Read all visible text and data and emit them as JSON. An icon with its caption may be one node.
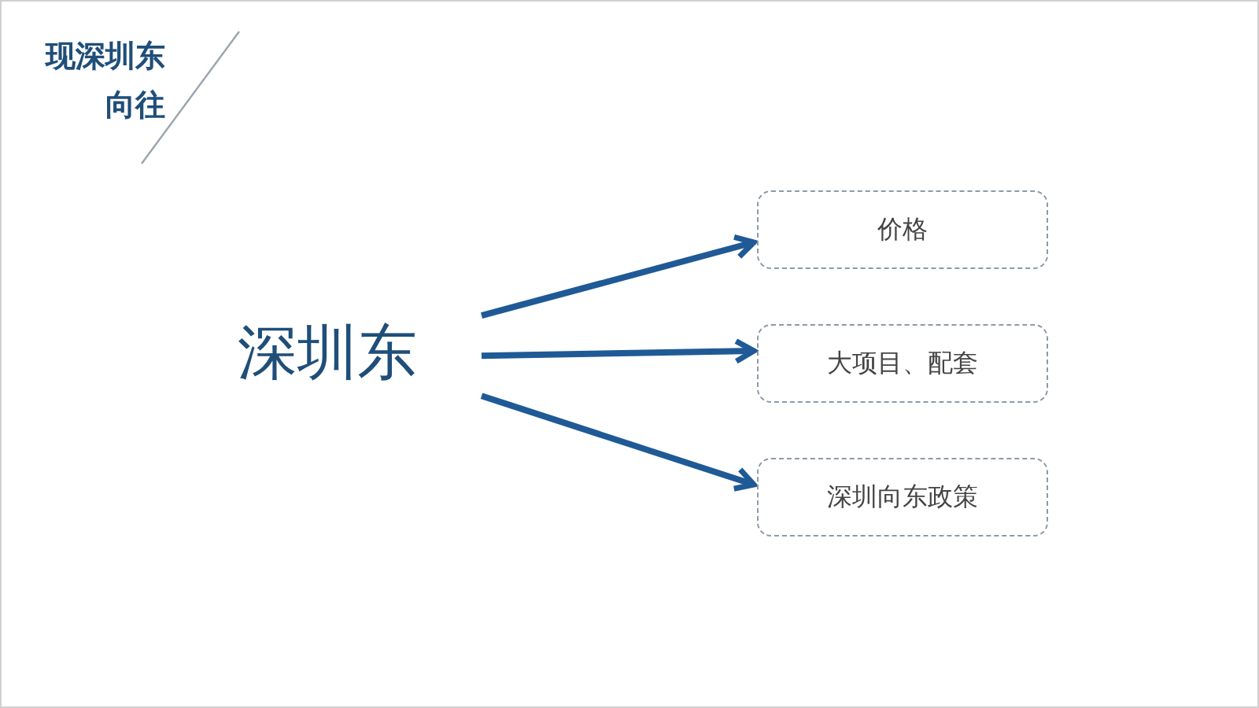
{
  "diagram": {
    "title": "现深圳东向往",
    "nodes": [
      {
        "text": [
          "深圳东"
        ]
      },
      {
        "text": [
          "价格"
        ]
      },
      {
        "text": [
          "大项目、配套"
        ]
      },
      {
        "text": [
          "深圳向东政策"
        ]
      }
    ],
    "edges": [
      {
        "from": 0,
        "to": 1,
        "arrow": "to"
      },
      {
        "from": 0,
        "to": 2,
        "arrow": "to"
      },
      {
        "from": 0,
        "to": 3,
        "arrow": "to"
      }
    ]
  }
}
